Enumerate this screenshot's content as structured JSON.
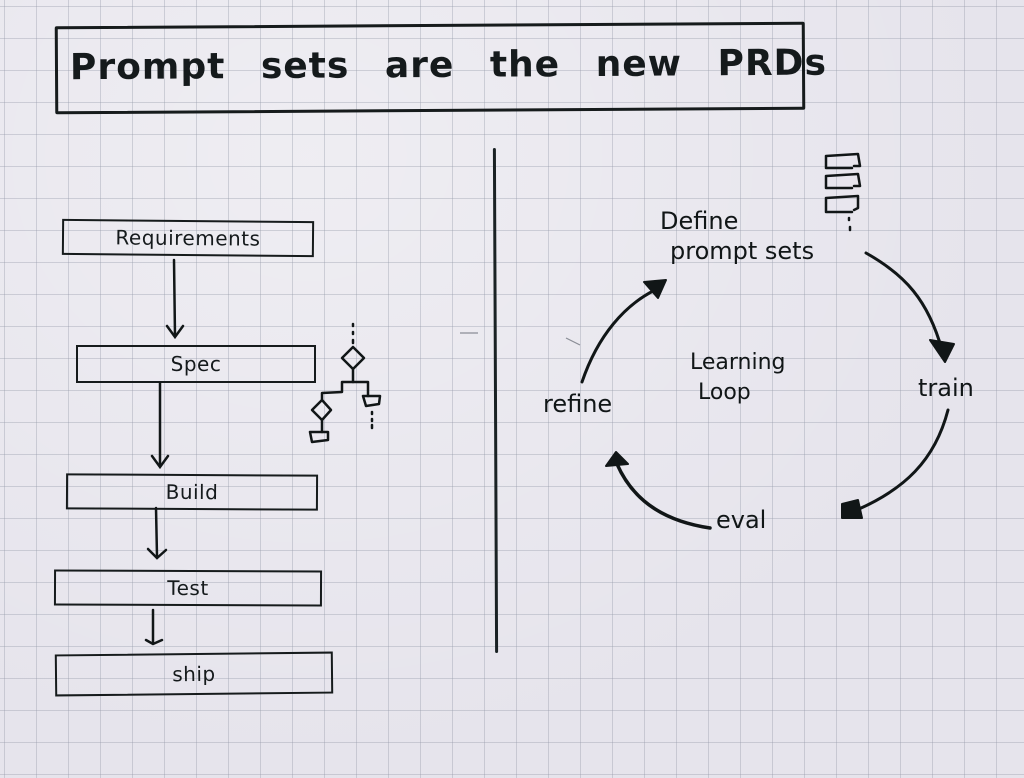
{
  "title": "Prompt sets are the new PRDs",
  "left_flow": {
    "steps": [
      {
        "label": "Requirements"
      },
      {
        "label": "Spec"
      },
      {
        "label": "Build"
      },
      {
        "label": "Test"
      },
      {
        "label": "ship"
      }
    ],
    "side_sketch": "flowchart-doodle"
  },
  "right_loop": {
    "center_label_line1": "Learning",
    "center_label_line2": "Loop",
    "nodes": [
      {
        "label_line1": "Define",
        "label_line2": "prompt sets"
      },
      {
        "label": "train"
      },
      {
        "label": "eval"
      },
      {
        "label": "refine"
      }
    ],
    "stack_icon": "stacked-cards"
  },
  "colors": {
    "ink": "#111617",
    "paper": "#e6e4ec",
    "grid": "#969baa"
  }
}
